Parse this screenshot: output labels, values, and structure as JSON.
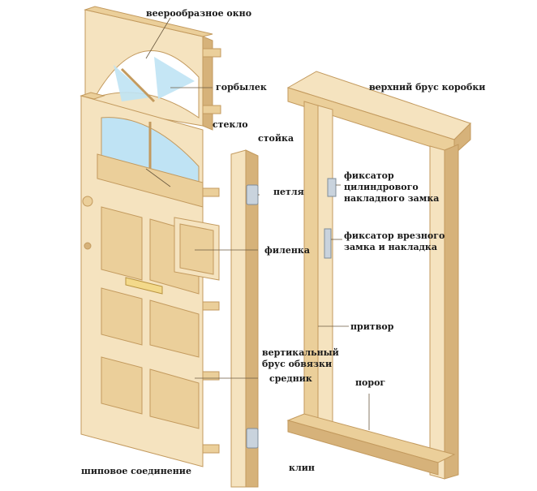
{
  "labels": {
    "fan_window": "веерообразное окно",
    "horbylek": "горбылек",
    "glass": "стекло",
    "stile": "стойка",
    "hinge": "петля",
    "panel": "филенка",
    "middle_rail": "средник",
    "tenon_joint": "шиповое соединение",
    "wedges": "клин",
    "top_frame": "верхний брус коробки",
    "latch_lock_keeper": [
      "фиксатор",
      "цилиндрового",
      "накладного замка"
    ],
    "mortise_lock_keeper": [
      "фиксатор врезного",
      "замка и накладка"
    ],
    "door_stop": "притвор",
    "threshold": "порог",
    "vertical_frame": [
      "вертикальный",
      "брус обвязки"
    ]
  },
  "colors": {
    "wood_light": "#f5e3bf",
    "wood_mid": "#ebcf9a",
    "wood_dark": "#d6b27a",
    "wood_edge": "#c39a5e",
    "glass": "#bfe3f4",
    "metal": "#c9d3dd",
    "leader": "#6b5a40"
  }
}
